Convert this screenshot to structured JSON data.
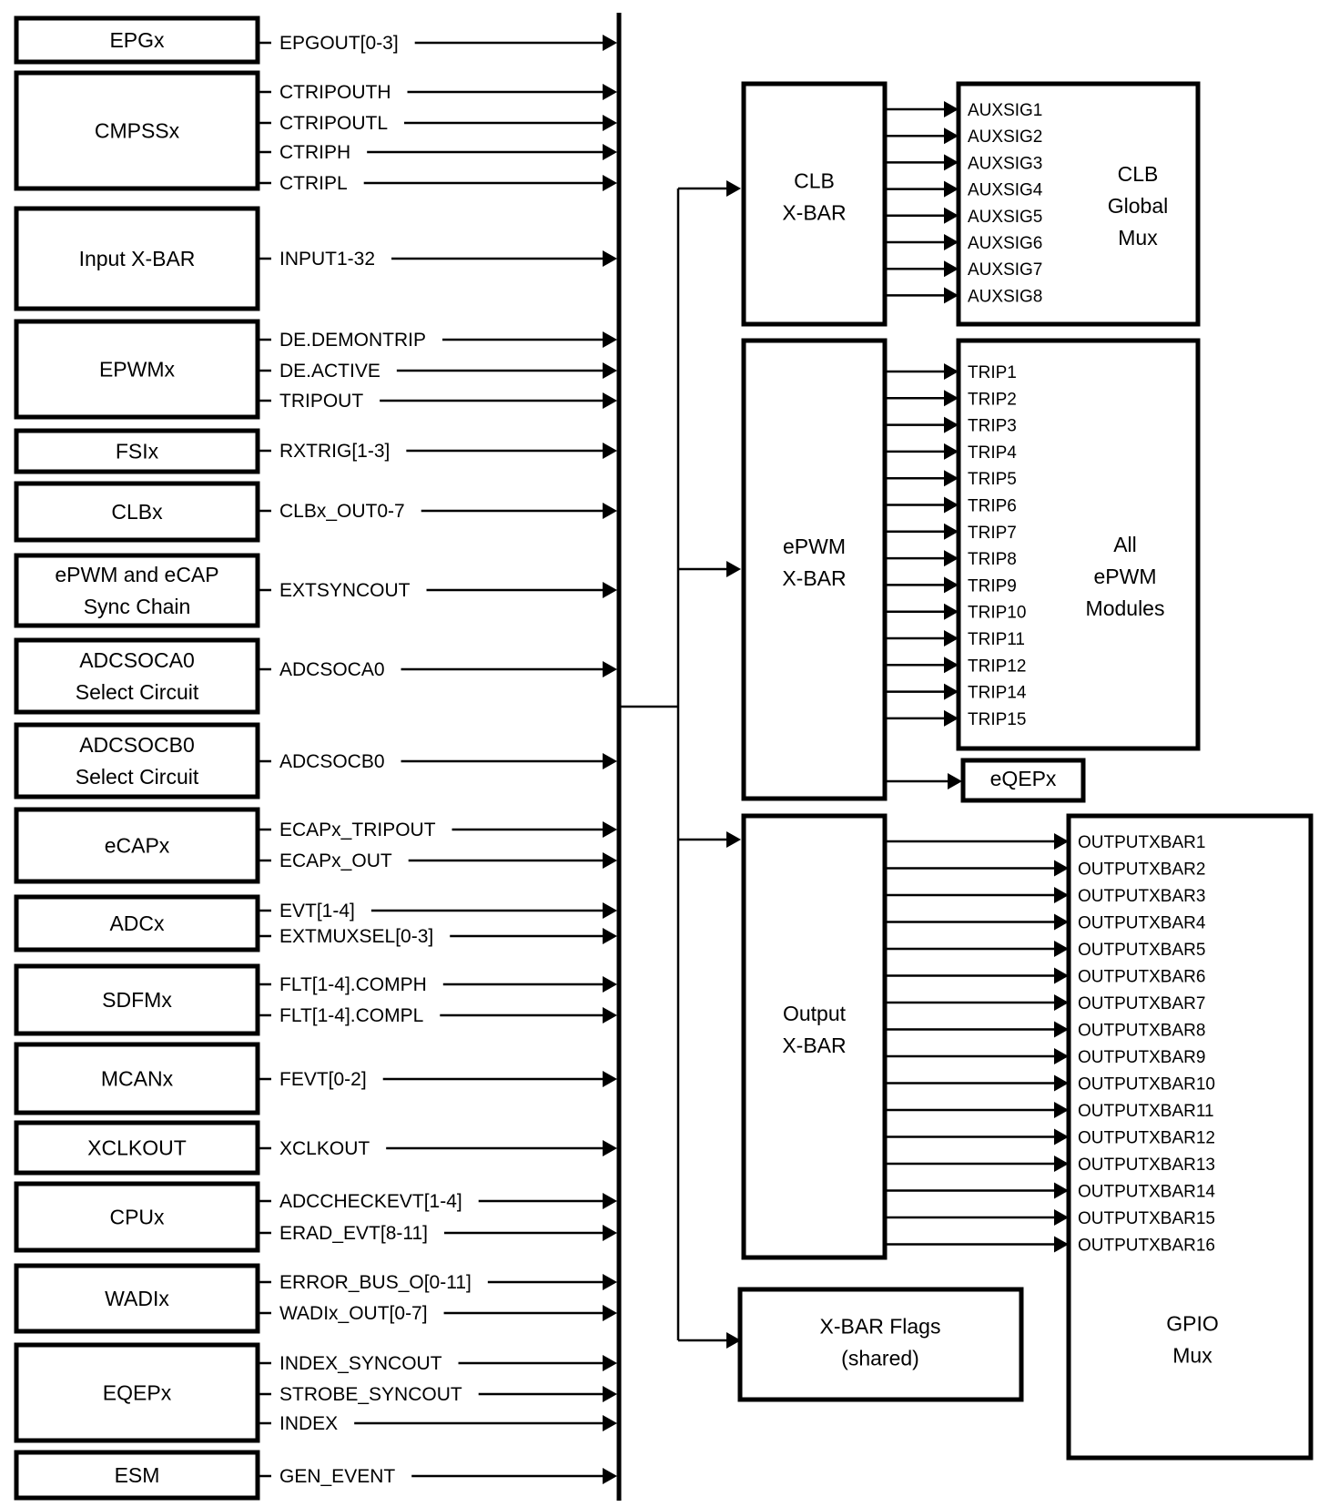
{
  "diagram": {
    "source_blocks": [
      {
        "name": "EPGx",
        "signals": [
          "EPGOUT[0-3]"
        ]
      },
      {
        "name": "CMPSSx",
        "signals": [
          "CTRIPOUTH",
          "CTRIPOUTL",
          "CTRIPH",
          "CTRIPL"
        ]
      },
      {
        "name": "Input X-BAR",
        "signals": [
          "INPUT1-32"
        ]
      },
      {
        "name": "EPWMx",
        "signals": [
          "DE.DEMONTRIP",
          "DE.ACTIVE",
          "TRIPOUT"
        ]
      },
      {
        "name": "FSIx",
        "signals": [
          "RXTRIG[1-3]"
        ]
      },
      {
        "name": "CLBx",
        "signals": [
          "CLBx_OUT0-7"
        ]
      },
      {
        "name": "ePWM and eCAP\nSync Chain",
        "signals": [
          "EXTSYNCOUT"
        ]
      },
      {
        "name": "ADCSOCA0\nSelect Circuit",
        "signals": [
          "ADCSOCA0"
        ]
      },
      {
        "name": "ADCSOCB0\nSelect Circuit",
        "signals": [
          "ADCSOCB0"
        ]
      },
      {
        "name": "eCAPx",
        "signals": [
          "ECAPx_TRIPOUT",
          "ECAPx_OUT"
        ]
      },
      {
        "name": "ADCx",
        "signals": [
          "EVT[1-4]",
          "EXTMUXSEL[0-3]"
        ]
      },
      {
        "name": "SDFMx",
        "signals": [
          "FLT[1-4].COMPH",
          "FLT[1-4].COMPL"
        ]
      },
      {
        "name": "MCANx",
        "signals": [
          "FEVT[0-2]"
        ]
      },
      {
        "name": "XCLKOUT",
        "signals": [
          "XCLKOUT"
        ]
      },
      {
        "name": "CPUx",
        "signals": [
          "ADCCHECKEVT[1-4]",
          "ERAD_EVT[8-11]"
        ]
      },
      {
        "name": "WADIx",
        "signals": [
          "ERROR_BUS_O[0-11]",
          "WADIx_OUT[0-7]"
        ]
      },
      {
        "name": "EQEPx",
        "signals": [
          "INDEX_SYNCOUT",
          "STROBE_SYNCOUT",
          "INDEX"
        ]
      },
      {
        "name": "ESM",
        "signals": [
          "GEN_EVENT"
        ]
      }
    ],
    "clb_xbar": {
      "name": "CLB\nX-BAR",
      "target": "CLB\nGlobal\nMux",
      "outputs": [
        "AUXSIG1",
        "AUXSIG2",
        "AUXSIG3",
        "AUXSIG4",
        "AUXSIG5",
        "AUXSIG6",
        "AUXSIG7",
        "AUXSIG8"
      ]
    },
    "epwm_xbar": {
      "name": "ePWM\nX-BAR",
      "target": "All\nePWM\nModules",
      "outputs": [
        "TRIP1",
        "TRIP2",
        "TRIP3",
        "TRIP4",
        "TRIP5",
        "TRIP6",
        "TRIP7",
        "TRIP8",
        "TRIP9",
        "TRIP10",
        "TRIP11",
        "TRIP12",
        "TRIP14",
        "TRIP15"
      ],
      "extra_target": "eQEPx"
    },
    "output_xbar": {
      "name": "Output\nX-BAR",
      "target": "GPIO\nMux",
      "outputs": [
        "OUTPUTXBAR1",
        "OUTPUTXBAR2",
        "OUTPUTXBAR3",
        "OUTPUTXBAR4",
        "OUTPUTXBAR5",
        "OUTPUTXBAR6",
        "OUTPUTXBAR7",
        "OUTPUTXBAR8",
        "OUTPUTXBAR9",
        "OUTPUTXBAR10",
        "OUTPUTXBAR11",
        "OUTPUTXBAR12",
        "OUTPUTXBAR13",
        "OUTPUTXBAR14",
        "OUTPUTXBAR15",
        "OUTPUTXBAR16"
      ]
    },
    "flags_block": {
      "name": "X-BAR Flags\n(shared)"
    }
  }
}
